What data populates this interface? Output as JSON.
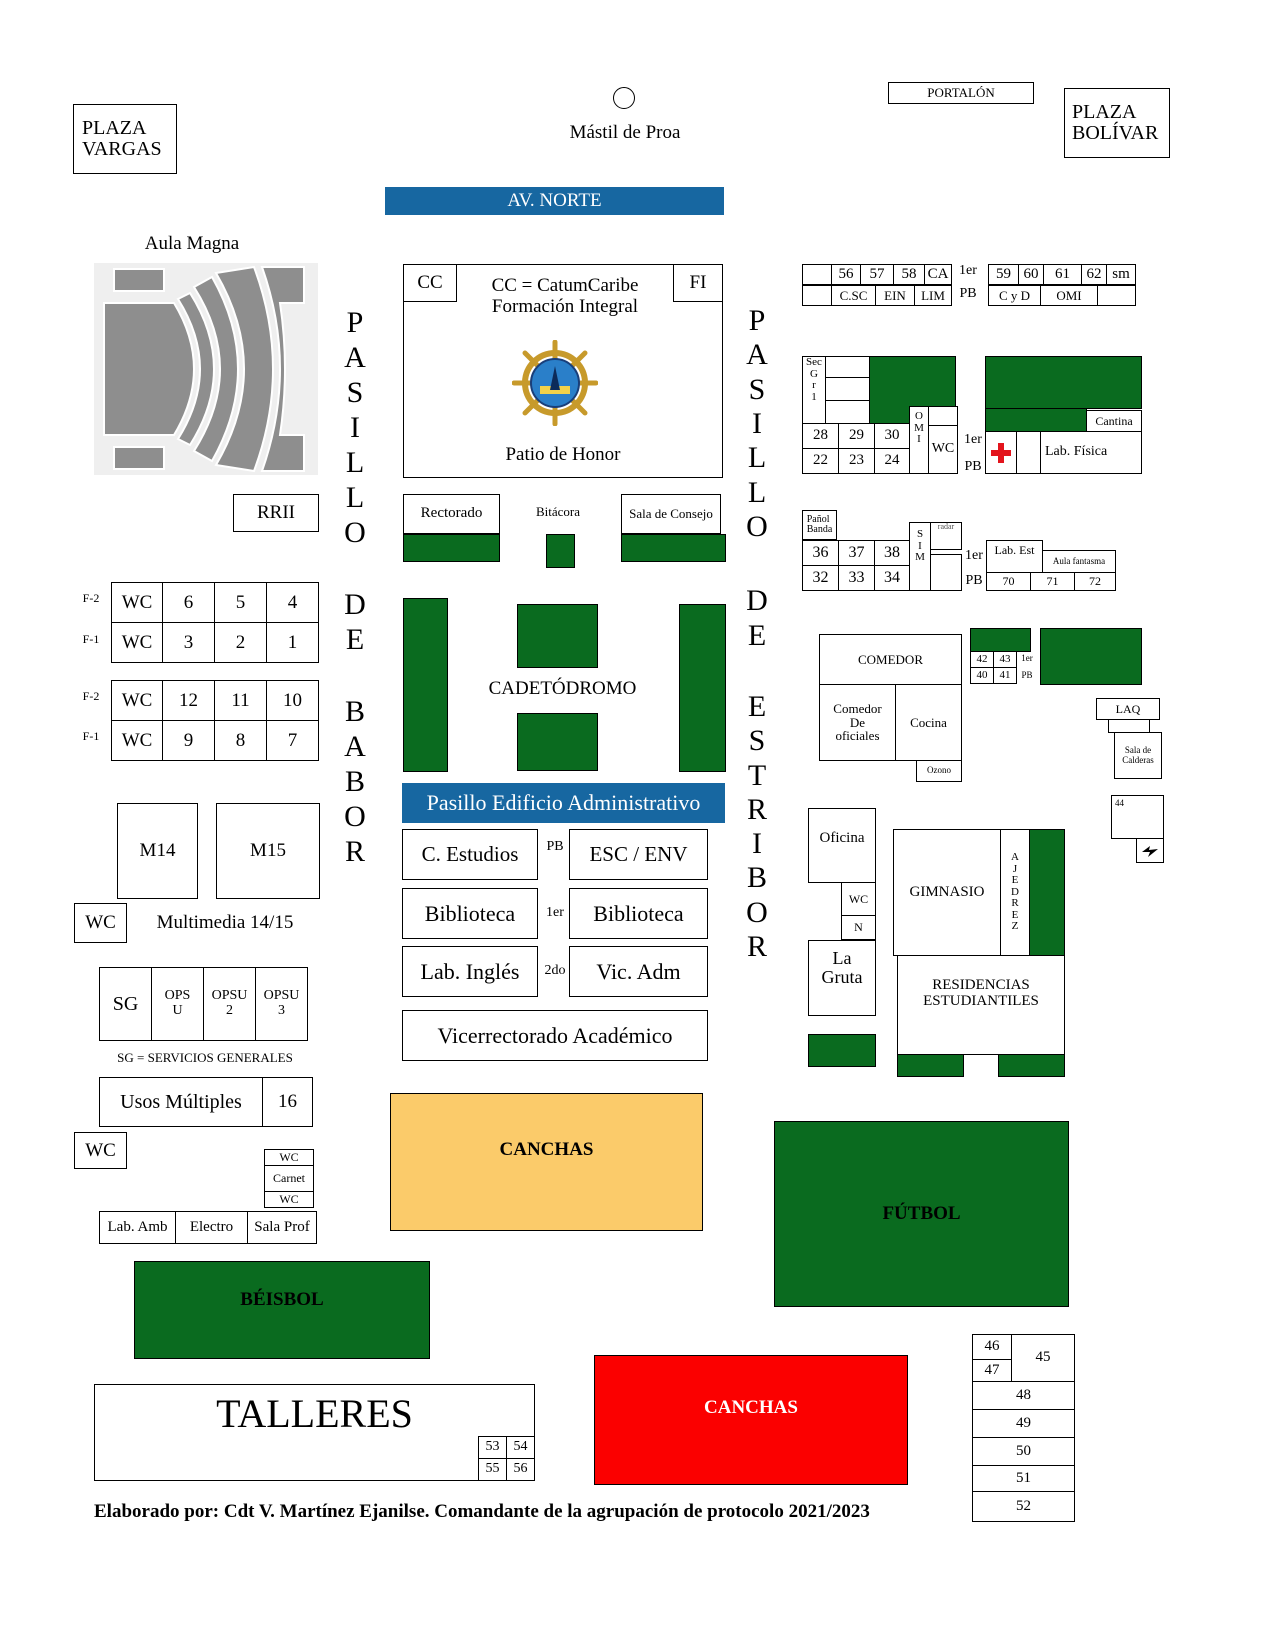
{
  "plazas": {
    "vargas": "PLAZA\nVARGAS",
    "bolivar": "PLAZA\nBOLÍVAR"
  },
  "portalon": "PORTALÓN",
  "mastil": "Mástil de Proa",
  "av_norte": "AV. NORTE",
  "aula_magna": "Aula Magna",
  "pasillo_babor": [
    "P",
    "A",
    "S",
    "I",
    "L",
    "L",
    "O",
    "D",
    "E",
    "B",
    "A",
    "B",
    "O",
    "R"
  ],
  "pasillo_estribor": [
    "P",
    "A",
    "S",
    "I",
    "L",
    "L",
    "O",
    "D",
    "E",
    "E",
    "S",
    "T",
    "R",
    "I",
    "B",
    "O",
    "R"
  ],
  "patio": {
    "cc": "CC",
    "fi": "FI",
    "legend_line1": "CC = CatumCaribe",
    "legend_line2": "Formación Integral",
    "patio_honor": "Patio de Honor"
  },
  "rrii": "RRII",
  "center": {
    "rectorado": "Rectorado",
    "bitacora": "Bitácora",
    "sala_consejo": "Sala de Consejo",
    "cadetodromo": "CADETÓDROMO",
    "pasillo_admin": "Pasillo Edificio Administrativo",
    "c_estudios": "C. Estudios",
    "pb": "PB",
    "esc_env": "ESC / ENV",
    "biblioteca1": "Biblioteca",
    "primer": "1er",
    "biblioteca2": "Biblioteca",
    "lab_ingles": "Lab. Inglés",
    "segundo": "2do",
    "vic_adm": "Vic. Adm",
    "vicerrectorado": "Vicerrectorado Académico"
  },
  "left": {
    "f2": "F-2",
    "f1": "F-1",
    "wc": "WC",
    "row1": [
      "6",
      "5",
      "4"
    ],
    "row2": [
      "3",
      "2",
      "1"
    ],
    "row3": [
      "12",
      "11",
      "10"
    ],
    "row4": [
      "9",
      "8",
      "7"
    ],
    "m14": "M14",
    "m15": "M15",
    "multimedia": "Multimedia 14/15",
    "sg": "SG",
    "opsu": "OPS\nU",
    "opsu2": "OPSU\n2",
    "opsu3": "OPSU\n3",
    "sg_legend": "SG = SERVICIOS GENERALES",
    "usos": "Usos Múltiples",
    "n16": "16",
    "wc_small": "WC",
    "carnet": "Carnet",
    "lab_amb": "Lab. Amb",
    "electro": "Electro",
    "sala_prof": "Sala Prof"
  },
  "right": {
    "top_row1": [
      "56",
      "57",
      "58",
      "CA"
    ],
    "top_row1b": [
      "59",
      "60",
      "61",
      "62",
      "sm"
    ],
    "top_row2": [
      "C.SC",
      "EIN",
      "LIM"
    ],
    "top_row2b": [
      "C y D",
      "OMI"
    ],
    "primer": "1er",
    "pb": "PB",
    "sec": "Sec\nG\nr\n1",
    "r28": [
      "28",
      "29",
      "30"
    ],
    "r22": [
      "22",
      "23",
      "24"
    ],
    "omi_v": "O\nM\nI",
    "wc": "WC",
    "cantina": "Cantina",
    "lab_fisica": "Lab. Física",
    "panol": "Pañol\nBanda",
    "r36": [
      "36",
      "37",
      "38"
    ],
    "r32": [
      "32",
      "33",
      "34"
    ],
    "sim": "S\nI\nM",
    "radar": "radar",
    "lab_est": "Lab. Est",
    "aula_fantasma": "Aula fantasma",
    "r70": [
      "70",
      "71",
      "72"
    ],
    "comedor": "COMEDOR",
    "comedor_of": "Comedor\nDe\noficiales",
    "cocina": "Cocina",
    "ozono": "Ozono",
    "r42": [
      "42",
      "43"
    ],
    "r40": [
      "40",
      "41"
    ],
    "laq": "LAQ",
    "calderas": "Sala de\nCalderas",
    "n44": "44",
    "oficina": "Oficina",
    "n": "N",
    "gruta": "La\nGruta",
    "gimnasio": "GIMNASIO",
    "ajedrez": "A\nJ\nE\nD\nR\nE\nZ",
    "residencias": "RESIDENCIAS\nESTUDIANTILES"
  },
  "bottom": {
    "canchas1": "CANCHAS",
    "futbol": "FÚTBOL",
    "beisbol": "BÉISBOL",
    "talleres": "TALLERES",
    "t_nums": [
      "53",
      "54",
      "55",
      "56"
    ],
    "canchas2": "CANCHAS",
    "r46": "46",
    "r47": "47",
    "r45": "45",
    "stack": [
      "48",
      "49",
      "50",
      "51",
      "52"
    ]
  },
  "footer": "Elaborado por: Cdt V. Martínez Ejanilse. Comandante de la agrupación de protocolo 2021/2023",
  "colors": {
    "green": "#0a6b1f",
    "blue": "#1767a1",
    "yellow": "#fbcb6a",
    "red": "#fb0000"
  },
  "icons": [
    "ship-wheel-emblem-icon",
    "red-cross-icon",
    "lightning-icon",
    "auditorium-seating-icon",
    "mast-circle-icon"
  ]
}
